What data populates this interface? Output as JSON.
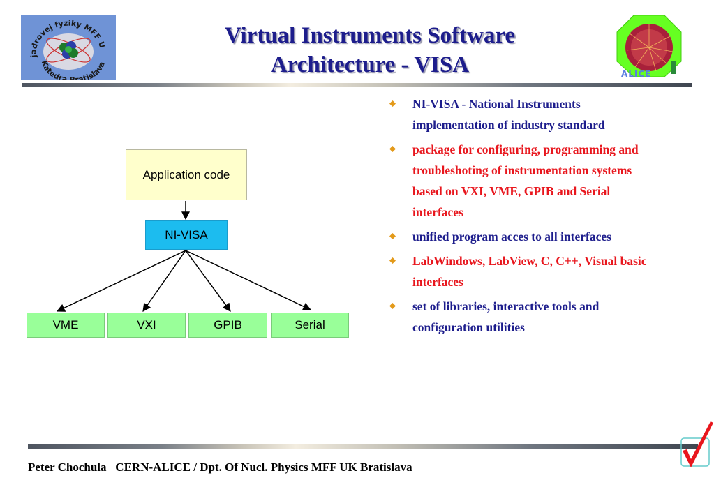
{
  "header": {
    "title_line1": "Virtual Instruments Software",
    "title_line2": "Architecture - VISA",
    "left_logo_text_top": "jadrovej fyziky MFF UK",
    "left_logo_text_bottom": "Katedra Bratislava",
    "right_logo_text": "ALICE"
  },
  "diagram": {
    "application": "Application code",
    "visa": "NI-VISA",
    "buses": [
      "VME",
      "VXI",
      "GPIB",
      "Serial"
    ]
  },
  "bullets": [
    {
      "text": "NI-VISA - National Instruments implementation of industry standard",
      "color": "#1d1d8c"
    },
    {
      "text": "package for configuring, programming and troubleshoting of instrumentation systems based on VXI, VME, GPIB and Serial interfaces",
      "color": "#e8161d"
    },
    {
      "text": "unified program acces to all interfaces",
      "color": "#1d1d8c"
    },
    {
      "text": "LabWindows, LabView, C, C++, Visual basic interfaces",
      "color": "#e8161d"
    },
    {
      "text": "set of libraries, interactive tools and configuration utilities",
      "color": "#1d1d8c"
    }
  ],
  "footer": {
    "author": "Peter Chochula",
    "affiliation": "CERN-ALICE / Dpt. Of Nucl. Physics MFF UK Bratislava"
  },
  "colors": {
    "title": "#1d1d8c",
    "bullet_diamond": "#e39a1a",
    "app_box": "#ffffcc",
    "visa_box": "#1cbcef",
    "bus_box": "#99ff99"
  },
  "icons": [
    "department-logo-icon",
    "alice-logo-icon",
    "red-checkmark-icon",
    "diamond-bullet-icon"
  ]
}
